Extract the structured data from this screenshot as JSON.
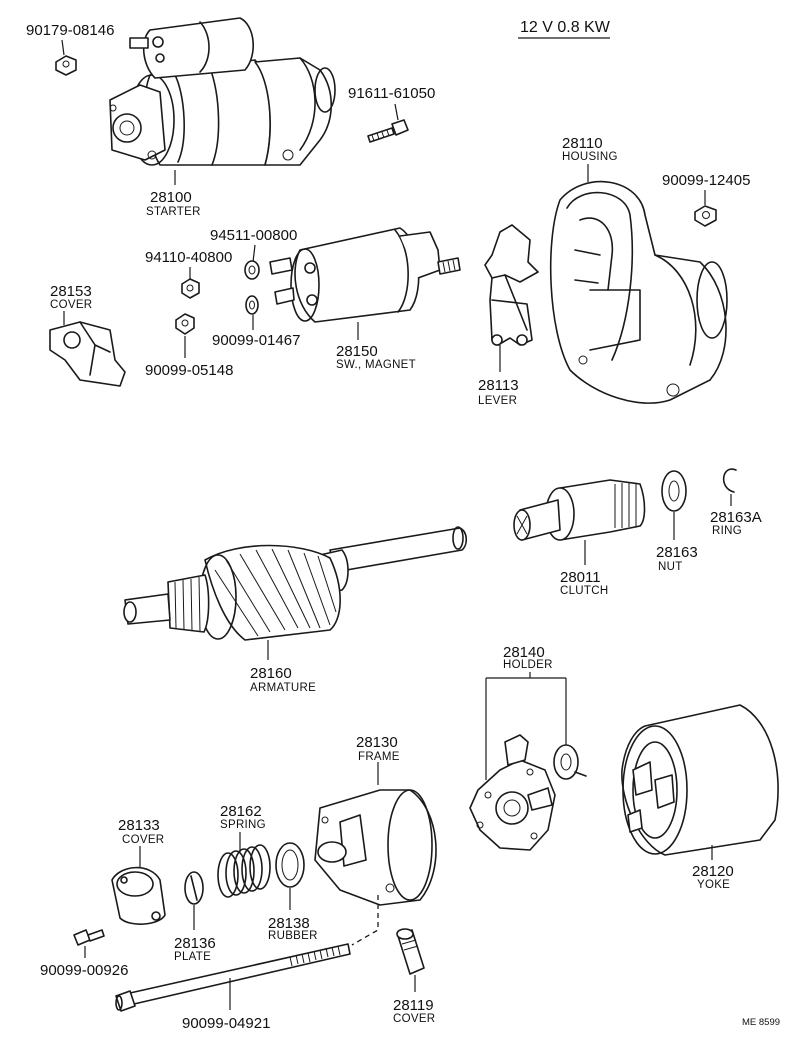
{
  "spec": "12 V 0.8 KW",
  "drawing_code": "ME  8599",
  "parts": {
    "bolt_90179": {
      "number": "90179-08146",
      "name": ""
    },
    "starter": {
      "number": "28100",
      "name": "STARTER"
    },
    "bolt_91611": {
      "number": "91611-61050",
      "name": ""
    },
    "housing": {
      "number": "28110",
      "name": "HOUSING"
    },
    "nut_90099_12405": {
      "number": "90099-12405",
      "name": ""
    },
    "washer_94511": {
      "number": "94511-00800",
      "name": ""
    },
    "nut_94110": {
      "number": "94110-40800",
      "name": ""
    },
    "cover_28153": {
      "number": "28153",
      "name": "COVER"
    },
    "washer_90099_01467": {
      "number": "90099-01467",
      "name": ""
    },
    "nut_90099_05148": {
      "number": "90099-05148",
      "name": ""
    },
    "sw_magnet": {
      "number": "28150",
      "name": "SW., MAGNET"
    },
    "lever": {
      "number": "28113",
      "name": "LEVER"
    },
    "ring": {
      "number": "28163A",
      "name": "RING"
    },
    "clutch": {
      "number": "28011",
      "name": "CLUTCH"
    },
    "nut_28163": {
      "number": "28163",
      "name": "NUT"
    },
    "armature": {
      "number": "28160",
      "name": "ARMATURE"
    },
    "holder": {
      "number": "28140",
      "name": "HOLDER"
    },
    "frame": {
      "number": "28130",
      "name": "FRAME"
    },
    "spring": {
      "number": "28162",
      "name": "SPRING"
    },
    "cover_28133": {
      "number": "28133",
      "name": "COVER"
    },
    "yoke": {
      "number": "28120",
      "name": "YOKE"
    },
    "plate": {
      "number": "28136",
      "name": "PLATE"
    },
    "rubber": {
      "number": "28138",
      "name": "RUBBER"
    },
    "screw_90099_00926": {
      "number": "90099-00926",
      "name": ""
    },
    "bolt_90099_04921": {
      "number": "90099-04921",
      "name": ""
    },
    "cover_28119": {
      "number": "28119",
      "name": "COVER"
    }
  }
}
